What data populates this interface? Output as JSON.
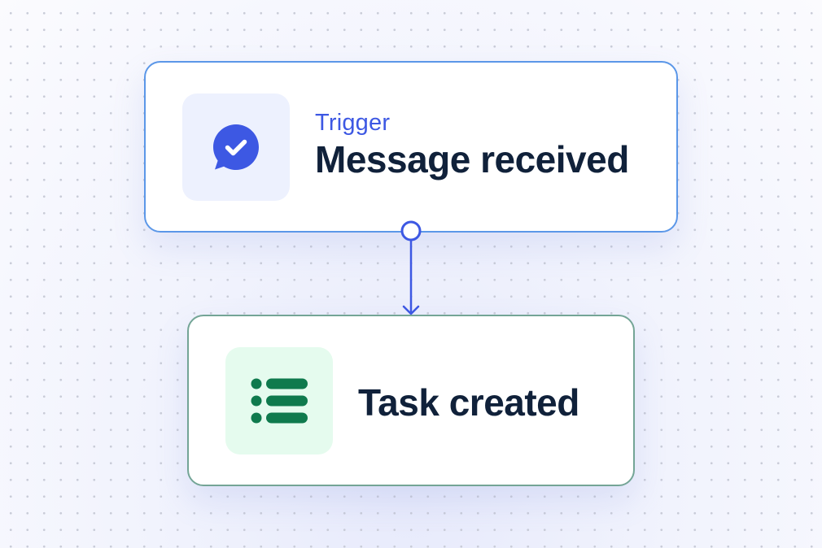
{
  "nodes": {
    "trigger": {
      "label": "Trigger",
      "title": "Message received",
      "icon": "chat-check-icon",
      "accent": "#3d58e3",
      "border_color": "#5b97e8"
    },
    "action": {
      "title": "Task created",
      "icon": "list-icon",
      "accent": "#0f7a4d",
      "border_color": "#74a596"
    }
  },
  "edges": [
    {
      "from": "trigger",
      "to": "action",
      "color": "#3d58e3"
    }
  ]
}
